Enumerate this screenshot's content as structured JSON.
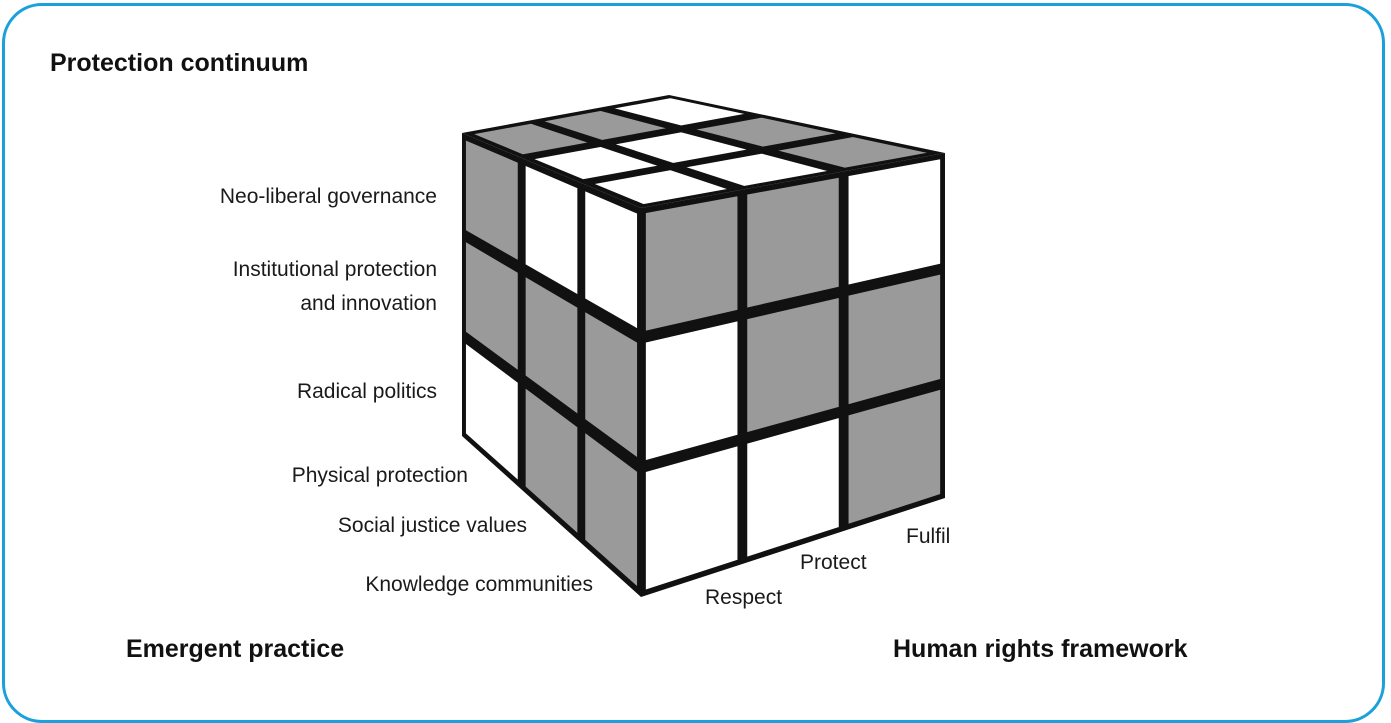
{
  "title": "Protection continuum",
  "bottom_left_heading": "Emergent practice",
  "bottom_right_heading": "Human rights framework",
  "row_labels": [
    "Neo-liberal governance",
    "Institutional protection\nand innovation",
    "Radical politics"
  ],
  "depth_labels": [
    "Physical protection",
    "Social justice values",
    "Knowledge communities"
  ],
  "column_labels": [
    "Respect",
    "Protect",
    "Fulfil"
  ],
  "colors": {
    "frame": "#1aa1dc",
    "shaded": "#9a9a9a",
    "light": "#ffffff",
    "edge": "#111111"
  },
  "cube": {
    "front": [
      [
        "shaded",
        "shaded",
        "light"
      ],
      [
        "light",
        "shaded",
        "shaded"
      ],
      [
        "light",
        "light",
        "shaded"
      ]
    ],
    "left": [
      [
        "shaded",
        "light",
        "light"
      ],
      [
        "shaded",
        "shaded",
        "shaded"
      ],
      [
        "light",
        "shaded",
        "shaded"
      ]
    ],
    "top": [
      [
        "shaded",
        "shaded",
        "light"
      ],
      [
        "light",
        "light",
        "shaded"
      ],
      [
        "light",
        "light",
        "shaded"
      ]
    ]
  }
}
